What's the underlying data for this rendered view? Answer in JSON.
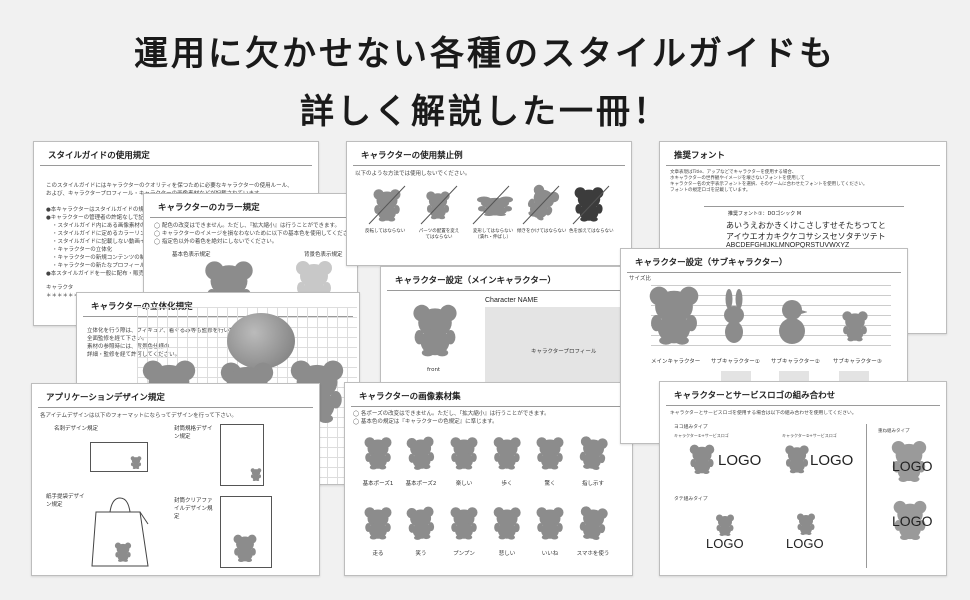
{
  "headline": {
    "line1": "運用に欠かせない各種のスタイルガイドも",
    "line2": "詳しく解説した一冊！"
  },
  "pages": {
    "usage": {
      "title": "スタイルガイドの使用規定",
      "intro1": "このスタイルガイドにはキャラクターのクオリティを保つために必要なキャラクターの使用ルール、",
      "intro2": "および、キャラクタープロフィール・キャラクターの画像素材などが記載されています。",
      "bullets": [
        "●本キャラクターはスタイルガイドの規定の",
        "●キャラクターの管理者の許諾なしで記事を",
        "・スタイルガイド内にある画像素材の改変",
        "・スタイルガイドに定めるカラーリング以",
        "・スタイルガイドに記載しない動画イラス",
        "・キャラクターの立体化",
        "・キャラクターの新規コンテンツの制作",
        "・キャラクターの新たなプロフィール追加",
        "●本スタイルガイドを一般に配布・販売・貸"
      ],
      "footer1": "キャラクタ",
      "footer2": "＊＊＊＊＊＊"
    },
    "color": {
      "title": "キャラクターのカラー規定",
      "items": [
        "◯ 配色の改変はできません。ただし、『拡大縮小』は行うことができます。",
        "◯ キャラクターのイメージを損なわないために以下の基本色を使用してください。",
        "◯ 指定色以外の着色を絶対にしないでください。"
      ],
      "label_left": "基本色表示規定",
      "label_right": "背景色表示規定"
    },
    "solid": {
      "title": "キャラクターの立体化規定",
      "body1": "立体化を行う際は、フィギュア、着ぐるみ等も監修を行い許可には",
      "body2": "全面監修を経て下さい。",
      "body3": "素材の参照時には、背景色仕様の",
      "body4": "詳細・監修を経て許可してください。"
    },
    "prohibited": {
      "title": "キャラクターの使用禁止例",
      "intro": "以下のような方法では使用しないでください。",
      "labels": [
        "反転してはならない",
        "パーツの配置を変えてはならない",
        "変形してはならない（潰れ・伸ばし）",
        "傾きをかけてはならない",
        "色を加えてはならない"
      ]
    },
    "font": {
      "title": "推奨フォント",
      "intro": [
        "文章表現はTitle、アップなどでキャラクターを使用する場合、",
        "ホキャラクターの世界観やイメージを壊さないフォントを使用して",
        "キャラクター名の文字表示フォントを選択、そのゲームに合わせたフォントを使用してください。",
        "フォントの規定ロゴを記載しています。"
      ],
      "sample_label": "推奨フォント①：DOゴシック M",
      "sample1": "あいうえおかきくけこさしすせそたちつてと",
      "sample2": "アイウエオカキクケコサシスセソタチツテト",
      "sample3": "ABCDEFGHIJKLMNOPQRSTUVWXYZ"
    },
    "main": {
      "title": "キャラクター設定（メインキャラクター）",
      "name_label": "Character NAME",
      "profile": "キャラクタープロフィール",
      "caption": "front"
    },
    "sub": {
      "title": "キャラクター設定（サブキャラクター）",
      "size_label": "サイズ比",
      "names": [
        "メインキャラクター",
        "サブキャラクター①",
        "サブキャラクター②",
        "サブキャラクター③"
      ]
    },
    "app": {
      "title": "アプリケーションデザイン規定",
      "intro": "各アイテムデザインは以下のフォーマットにならってデザインを行って下さい。",
      "labels": [
        "名刺デザイン規定",
        "封筒規格デザイン規定",
        "紙手提袋デザイン規定",
        "封筒クリアファイルデザイン規定"
      ]
    },
    "assets": {
      "title": "キャラクターの画像素材集",
      "items": [
        "◯ 各ポーズの改変はできません。ただし、『拡大縮小』は行うことができます。",
        "◯ 基本色の規定は『キャラクターの色規定』に準じます。"
      ],
      "row1": [
        "基本ポーズ1",
        "基本ポーズ2",
        "楽しい",
        "歩く",
        "驚く",
        "指し示す"
      ],
      "row2": [
        "走る",
        "笑う",
        "プンプン",
        "悲しい",
        "いいね",
        "スマホを使う"
      ]
    },
    "logo": {
      "title": "キャラクターとサービスロゴの組み合わせ",
      "intro": "キャラクターとサービスロゴを使用する場合は以下の組み合わせを使用してください。",
      "sec1": "ヨコ組みタイプ",
      "sec2": "タテ組みタイプ",
      "sec3": "重ね組みタイプ",
      "sub": "キャラクター①+サービスロゴ",
      "sub2": "キャラクター②+サービスロゴ",
      "logo_text": "LOGO"
    }
  }
}
